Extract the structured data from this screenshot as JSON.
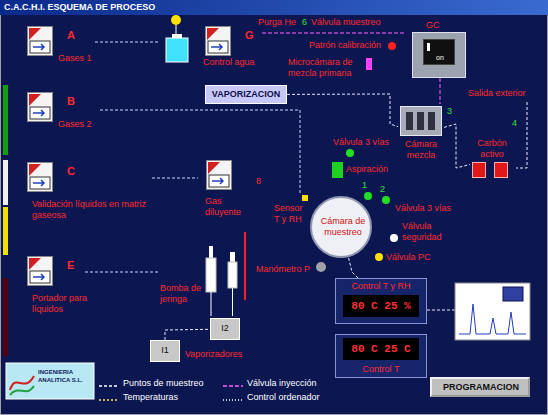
{
  "diagram": {
    "title": "C.A.C.H.I. ESQUEMA DE PROCESO",
    "nodes": [
      {
        "text": [
          "A",
          "Gases 1"
        ]
      },
      {
        "text": [
          "G",
          "Control agua"
        ]
      },
      {
        "text": [
          "GC",
          "on"
        ]
      },
      {
        "text": [
          "B",
          "Gases 2"
        ]
      },
      {
        "text": [
          "VAPORIZACION"
        ]
      },
      {
        "text": [
          "Cámara mezcla"
        ]
      },
      {
        "text": [
          "Carbón activo"
        ]
      },
      {
        "text": [
          "Aspiración"
        ]
      },
      {
        "text": [
          "C",
          "Validación líquidos en matriz gaseosa"
        ]
      },
      {
        "text": [
          "Gas diluyente"
        ]
      },
      {
        "text": [
          "Cámara de muestreo"
        ]
      },
      {
        "text": [
          "E",
          "Portador para líquidos"
        ]
      },
      {
        "text": [
          "Control T y RH",
          "80 C 25 %"
        ]
      },
      {
        "text": [
          "I2"
        ]
      },
      {
        "text": [
          "I1"
        ]
      },
      {
        "text": [
          "80 C 25 C",
          "Control T"
        ]
      },
      {
        "text": [
          "PROGRAMACION"
        ]
      }
    ],
    "edges": [
      {
        "from": 4,
        "to": 5,
        "arrow": "none"
      },
      {
        "from": 5,
        "to": 6,
        "arrow": "none"
      },
      {
        "from": 12,
        "to": 10,
        "arrow": "none"
      },
      {
        "from": 14,
        "to": 13,
        "arrow": "none"
      }
    ],
    "labels": [
      "Purga He",
      "6",
      "Válvula muestreo",
      "Patrón calibración",
      "Microcámara de mezcla primaria",
      "Salida exterior",
      "3",
      "4",
      "Válvula 3 vías",
      "Sensor T y RH",
      "1",
      "2",
      "Válvula 3 vías",
      "Válvula seguridad",
      "Válvula PC",
      "Manómetro P",
      "8",
      "Bomba de jeringa",
      "Vaporizadores",
      "INGENIERIA ANALITICA S.L."
    ],
    "legend": [
      {
        "text": "Puntos de muestreo"
      },
      {
        "text": "Temperaturas"
      },
      {
        "text": "Válvula inyección"
      },
      {
        "text": "Control ordenador"
      }
    ]
  }
}
